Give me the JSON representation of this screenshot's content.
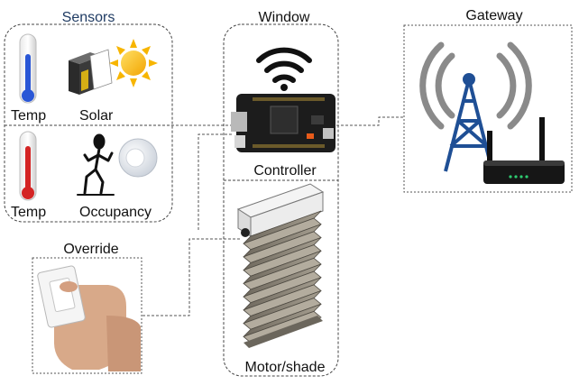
{
  "groups": {
    "sensors": {
      "title": "Sensors"
    },
    "window": {
      "title": "Window"
    },
    "gateway": {
      "title": "Gateway"
    },
    "override": {
      "title": "Override"
    }
  },
  "components": {
    "temp_top": "Temp",
    "solar": "Solar",
    "temp_bottom": "Temp",
    "occupancy": "Occupancy",
    "controller": "Controller",
    "motor_shade": "Motor/shade"
  },
  "colors": {
    "thermo_cold": "#2a57d6",
    "thermo_hot": "#d42424",
    "sun": "#f7b500",
    "gateway_tower": "#1f4f95",
    "board": "#1c1c1c",
    "shade": "#8a8275"
  },
  "icons": [
    "thermometer-cold-icon",
    "solar-panel-icon",
    "sun-icon",
    "thermometer-hot-icon",
    "walking-person-icon",
    "motion-sensor-icon",
    "wifi-icon",
    "controller-board-icon",
    "radio-tower-icon",
    "router-icon",
    "shade-motor-icon",
    "wall-switch-icon"
  ]
}
